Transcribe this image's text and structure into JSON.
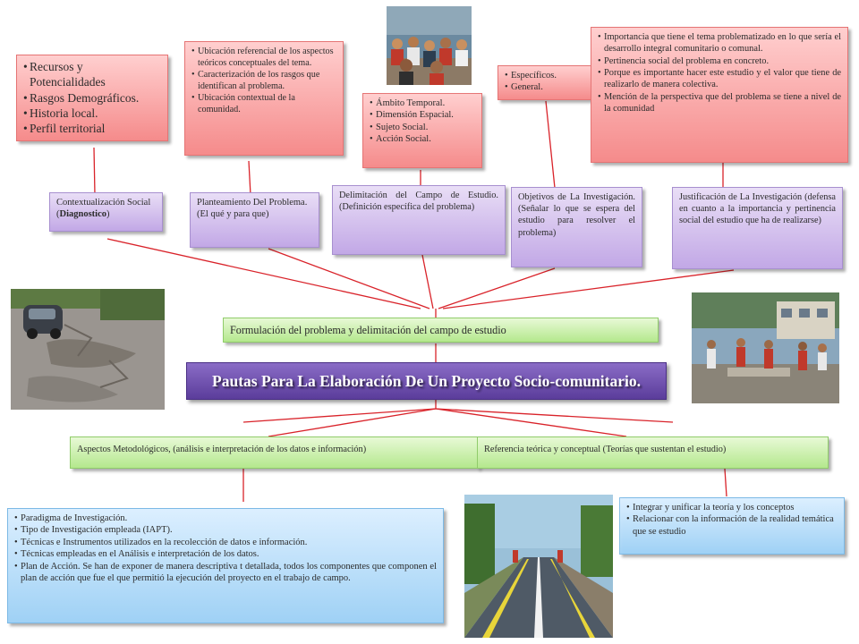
{
  "title": "Pautas Para La Elaboración De Un Proyecto Socio-comunitario.",
  "formulation": "Formulación del problema y delimitación del campo de estudio",
  "top_boxes": {
    "contextualizacion": {
      "label_before": "Contextualización Social (",
      "label_bold": "Diagnostico",
      "label_after": ")",
      "items": [
        "Recursos y Potencialidades",
        "Rasgos Demográficos.",
        "Historia local.",
        "Perfil territorial"
      ]
    },
    "planteamiento": {
      "label": "Planteamiento Del Problema. (El qué y para que)",
      "items": [
        "Ubicación referencial de los aspectos teóricos conceptuales del tema.",
        "Caracterización de los rasgos que identifican al problema.",
        "Ubicación contextual de la comunidad."
      ]
    },
    "delimitacion": {
      "label": "Delimitación del Campo de Estudio. (Definición específica del problema)",
      "items": [
        "Ámbito Temporal.",
        "Dimensión Espacial.",
        "Sujeto Social.",
        "Acción Social."
      ]
    },
    "objetivos": {
      "label": "Objetivos de La Investigación. (Señalar lo que se espera del estudio para resolver el problema)",
      "items": [
        "Específicos.",
        "General."
      ]
    },
    "justificacion": {
      "label": "Justificación de La Investigación (defensa en cuanto a la importancia y pertinencia social del estudio que ha de realizarse)",
      "items": [
        "Importancia que tiene el tema problematizado en lo que sería el desarrollo integral comunitario o comunal.",
        "Pertinencia social del problema en concreto.",
        "Porque es importante hacer este estudio y el valor que tiene de realizarlo de manera colectiva.",
        "Mención de la perspectiva que del problema se tiene a nivel de la comunidad"
      ]
    }
  },
  "bottom_boxes": {
    "metodologicos": {
      "label": "Aspectos Metodológicos, (análisis e interpretación de los datos e información)",
      "items": [
        "Paradigma de Investigación.",
        "Tipo de Investigación empleada (IAPT).",
        "Técnicas e Instrumentos utilizados en la recolección de datos e información.",
        "Técnicas empleadas en el Análisis e interpretación de los datos.",
        "Plan de Acción. Se han de exponer de manera descriptiva t detallada, todos los componentes que componen el plan de acción que fue el que permitió la ejecución del proyecto en el trabajo de campo."
      ]
    },
    "referencia": {
      "label": "Referencia teórica y conceptual (Teorías que sustentan el estudio)",
      "items": [
        "Integrar y unificar la teoría y los conceptos",
        "Relacionar con la información de la realidad temática que se estudio"
      ]
    }
  },
  "colors": {
    "pink": "#f58b8b",
    "violet": "#c2a8e6",
    "green": "#b4e88d",
    "blue": "#9fd1f5",
    "title": "#5b3d9b",
    "connector": "#d9232a"
  }
}
